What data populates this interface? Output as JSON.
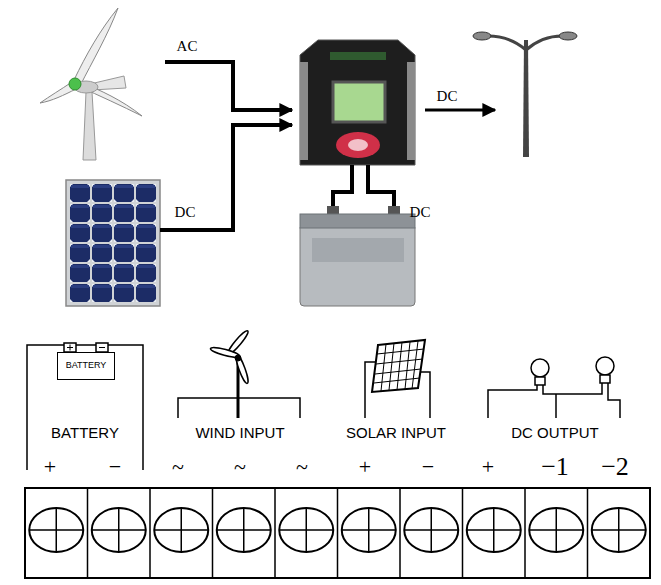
{
  "diagram": {
    "nodes": [
      {
        "text": [
          "BATTERY"
        ]
      }
    ],
    "labels": [
      "AC",
      "DC",
      "DC",
      "DC",
      "BATTERY",
      "WIND INPUT",
      "SOLAR INPUT",
      "DC OUTPUT",
      "+",
      "−",
      "~",
      "~",
      "~",
      "+",
      "−",
      "+",
      "−1",
      "−2"
    ]
  }
}
